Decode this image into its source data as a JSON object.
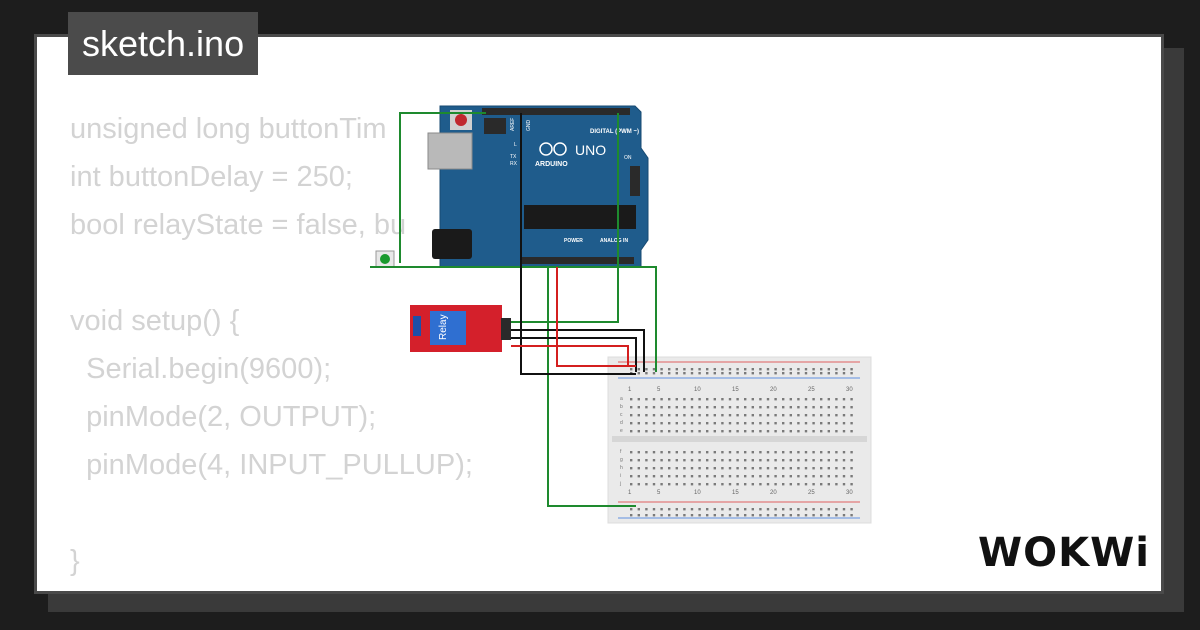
{
  "title": "sketch.ino",
  "code_lines": [
    "unsigned long buttonTim",
    "int buttonDelay = 250;",
    "bool relayState = false, bu              alse;",
    "",
    "void setup() {",
    "  Serial.begin(9600);",
    "  pinMode(2, OUTPUT);",
    "  pinMode(4, INPUT_PULLUP);",
    "",
    "}"
  ],
  "arduino": {
    "brand": "ARDUINO",
    "model": "UNO",
    "digital_label": "DIGITAL (PWM ~)",
    "power_label": "POWER",
    "analog_label": "ANALOG IN",
    "aref_label": "AREF",
    "gnd_label": "GND",
    "on_label": "ON",
    "l_label": "L",
    "tx_label": "TX",
    "rx_label": "RX"
  },
  "relay": {
    "label": "Relay"
  },
  "breadboard": {
    "col_numbers": [
      "1",
      "5",
      "10",
      "15",
      "20",
      "25",
      "30"
    ],
    "row_letters_top": [
      "a",
      "b",
      "c",
      "d",
      "e"
    ],
    "row_letters_bottom": [
      "f",
      "g",
      "h",
      "i",
      "j"
    ]
  },
  "brand_logo": "WOKWi",
  "colors": {
    "arduino_blue": "#1f5c8c",
    "relay_red": "#d4202b",
    "wire_green": "#1e8a2e",
    "wire_red": "#d41f1f",
    "wire_black": "#111111",
    "card_border": "#4a4a4a",
    "code_text": "#d3d3d3"
  }
}
